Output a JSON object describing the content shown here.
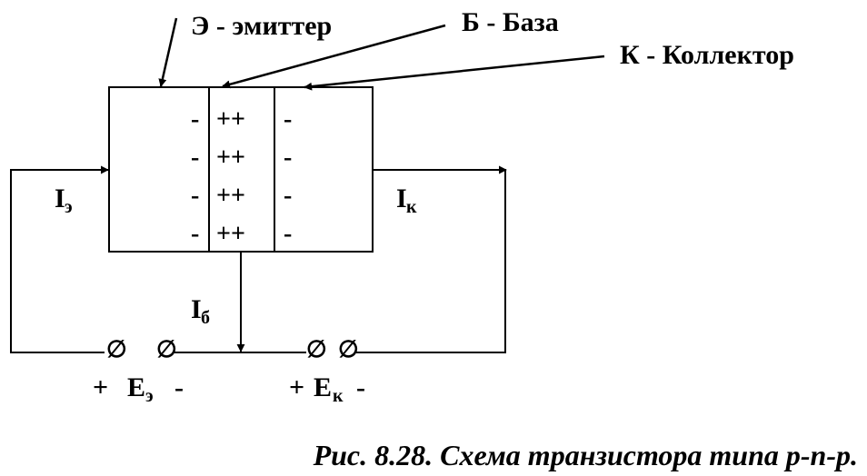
{
  "labels": {
    "emitter": "Э - эмиттер",
    "base": "Б - База",
    "collector": "К - Коллектор"
  },
  "regions": {
    "emitter_charge": "-",
    "base_charge": "++",
    "collector_charge": "-"
  },
  "currents": {
    "emitter_main": "I",
    "emitter_sub": "э",
    "collector_main": "I",
    "collector_sub": "к",
    "base_main": "I",
    "base_sub": "б"
  },
  "sources": {
    "emitter_plus": "+",
    "emitter_main": "E",
    "emitter_sub": "э",
    "emitter_minus": "-",
    "collector_plus": "+",
    "collector_main": "E",
    "collector_sub": "к",
    "collector_minus": "-",
    "terminal_symbol": "∅"
  },
  "caption": "Рис. 8.28. Схема транзистора типа p-n-p."
}
